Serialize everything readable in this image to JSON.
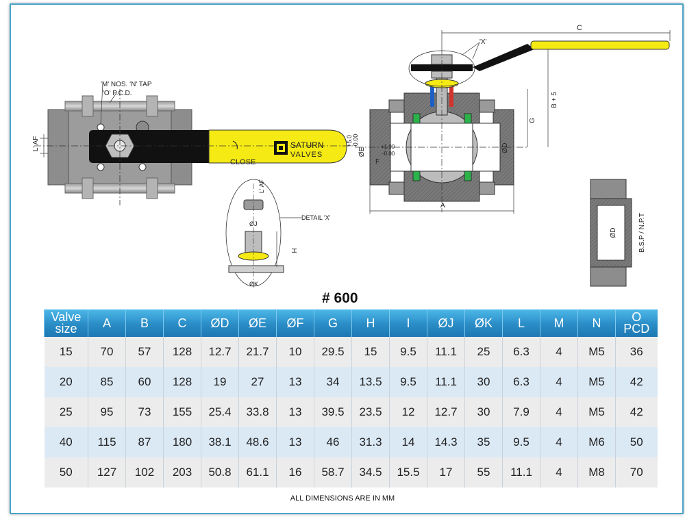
{
  "drawing": {
    "labels": {
      "m_tap": "'M' NOS. 'N' TAP",
      "o_pcd": "'O' P.C.D.",
      "l_af_left": "L' AF",
      "close": "CLOSE",
      "brand_top": "SATURN",
      "brand_bottom": "VALVES",
      "detail_x_top": "'X'",
      "c": "C",
      "b_plus_5": "B + 5",
      "g": "G",
      "plus_5": "+5.0",
      "minus_0_e": "-0.00",
      "phi_e": "ØE",
      "plus_1": "+1.00",
      "minus_0_f": "-0.00",
      "f": "F",
      "phi_d_main": "ØD",
      "a": "A",
      "l_af_detail": "L' AF",
      "phi_j": "ØJ",
      "detail_x": "DETAIL 'X'",
      "h": "H",
      "phi_k": "ØK",
      "phi_d_end": "ØD",
      "bsp_npt": "B.S.P / N.P.T"
    }
  },
  "table": {
    "title": "# 600",
    "headers": [
      "Valve size",
      "A",
      "B",
      "C",
      "ØD",
      "ØE",
      "ØF",
      "G",
      "H",
      "I",
      "ØJ",
      "ØK",
      "L",
      "M",
      "N",
      "O PCD"
    ],
    "header_lines": [
      [
        "Valve",
        "size"
      ],
      [
        "A"
      ],
      [
        "B"
      ],
      [
        "C"
      ],
      [
        "ØD"
      ],
      [
        "ØE"
      ],
      [
        "ØF"
      ],
      [
        "G"
      ],
      [
        "H"
      ],
      [
        "I"
      ],
      [
        "ØJ"
      ],
      [
        "ØK"
      ],
      [
        "L"
      ],
      [
        "M"
      ],
      [
        "N"
      ],
      [
        "O",
        "PCD"
      ]
    ],
    "rows": [
      [
        "15",
        "70",
        "57",
        "128",
        "12.7",
        "21.7",
        "10",
        "29.5",
        "15",
        "9.5",
        "11.1",
        "25",
        "6.3",
        "4",
        "M5",
        "36"
      ],
      [
        "20",
        "85",
        "60",
        "128",
        "19",
        "27",
        "13",
        "34",
        "13.5",
        "9.5",
        "11.1",
        "30",
        "6.3",
        "4",
        "M5",
        "42"
      ],
      [
        "25",
        "95",
        "73",
        "155",
        "25.4",
        "33.8",
        "13",
        "39.5",
        "23.5",
        "12",
        "12.7",
        "30",
        "7.9",
        "4",
        "M5",
        "42"
      ],
      [
        "40",
        "115",
        "87",
        "180",
        "38.1",
        "48.6",
        "13",
        "46",
        "31.3",
        "14",
        "14.3",
        "35",
        "9.5",
        "4",
        "M6",
        "50"
      ],
      [
        "50",
        "127",
        "102",
        "203",
        "50.8",
        "61.1",
        "16",
        "58.7",
        "34.5",
        "15.5",
        "17",
        "55",
        "11.1",
        "4",
        "M8",
        "70"
      ]
    ],
    "footnote": "ALL DIMENSIONS ARE IN MM"
  },
  "colors": {
    "frame": "#4aa3c8",
    "header_blue": "#2a8cc6",
    "row_grey": "#ececec",
    "row_blue": "#dbe9f5",
    "handle_yellow": "#f5ea14",
    "body_grey": "#6e6e6e",
    "seat_green": "#2bb34a"
  }
}
